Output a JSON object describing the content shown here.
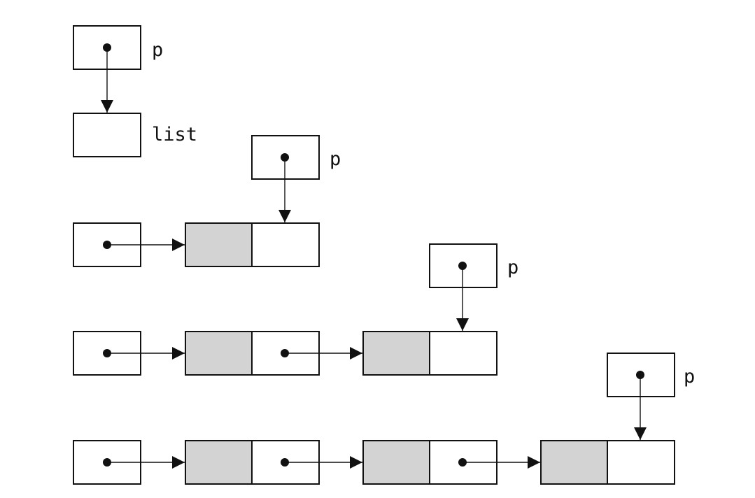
{
  "labels": {
    "row0_pointer": "p",
    "row1_list": "list",
    "row2_pointer": "p",
    "row3_pointer": "p",
    "row4_pointer": "p"
  },
  "colors": {
    "stroke": "#111111",
    "data_field_fill": "#d3d3d3",
    "background": "#ffffff"
  }
}
